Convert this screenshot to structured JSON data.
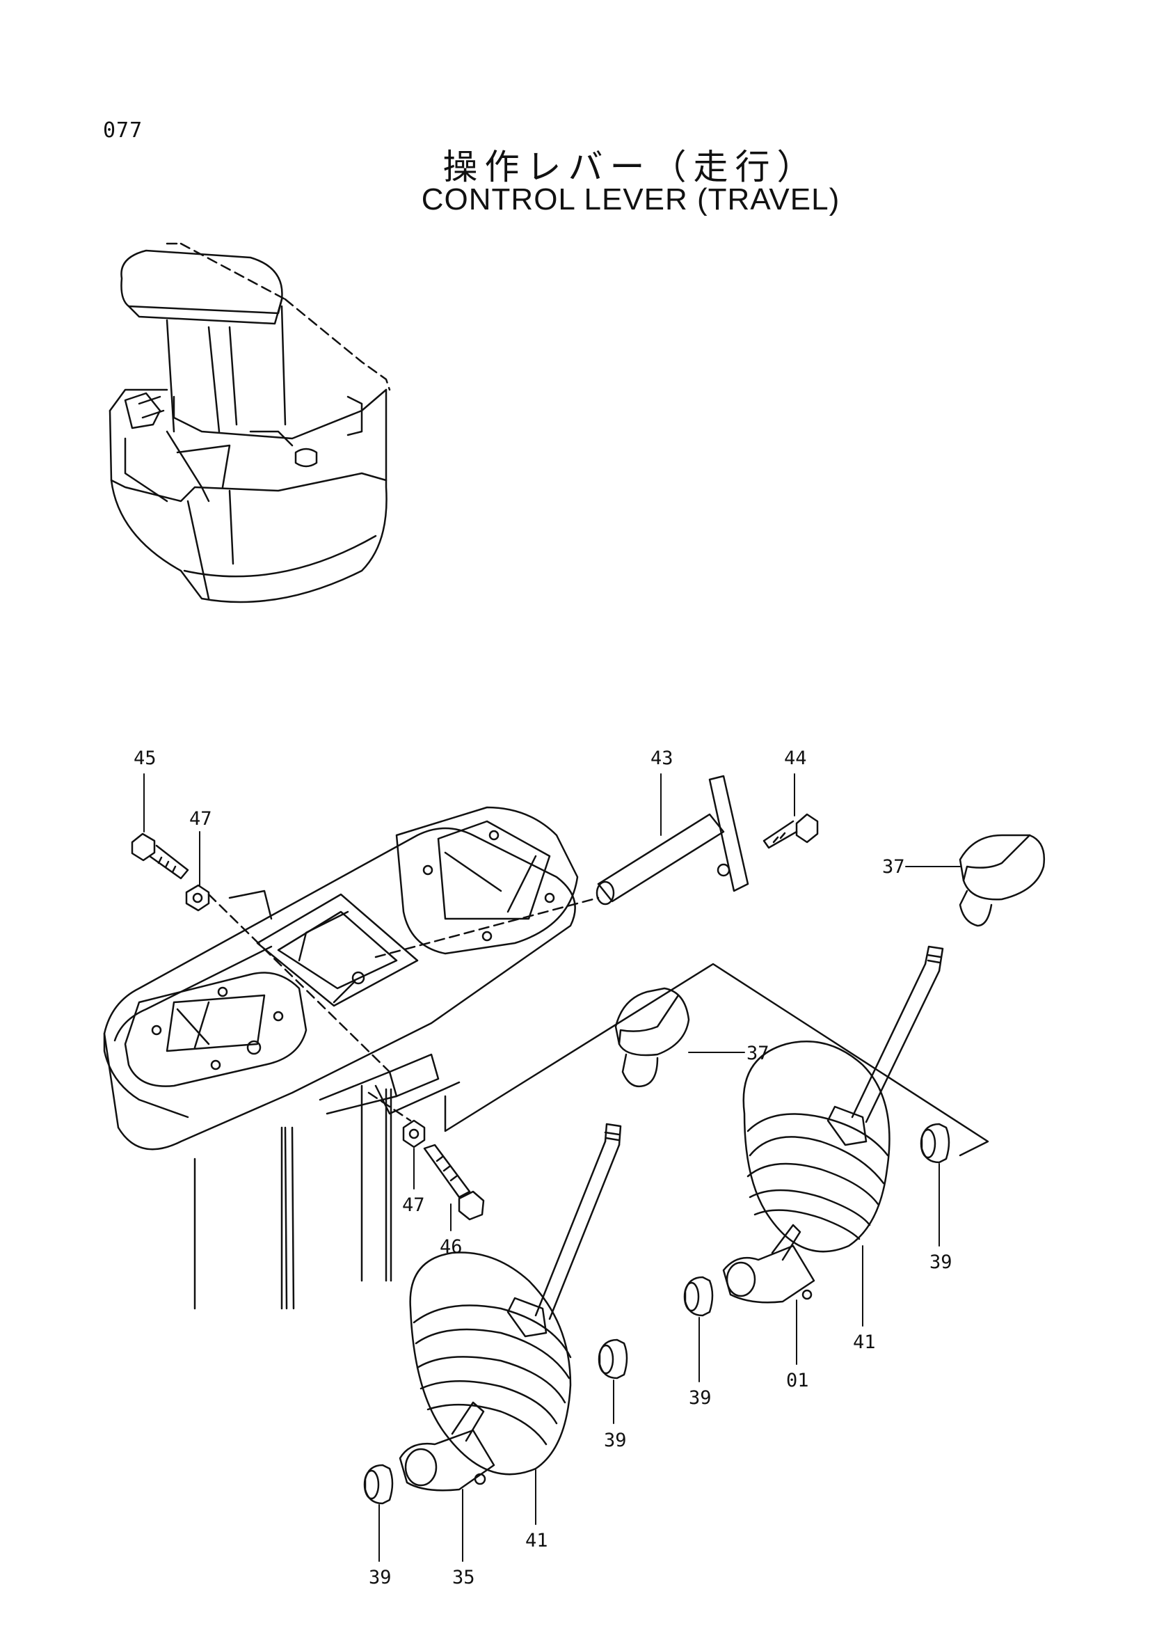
{
  "page_number": "077",
  "title_jp": "操作レバー（走行）",
  "title_en": "CONTROL LEVER (TRAVEL)",
  "callouts": {
    "c45": "45",
    "c47a": "47",
    "c43": "43",
    "c44": "44",
    "c37a": "37",
    "c37b": "37",
    "c47b": "47",
    "c46": "46",
    "c39a": "39",
    "c41a": "41",
    "c01": "01",
    "c39b": "39",
    "c39c": "39",
    "c41b": "41",
    "c39d": "39",
    "c35": "35"
  }
}
